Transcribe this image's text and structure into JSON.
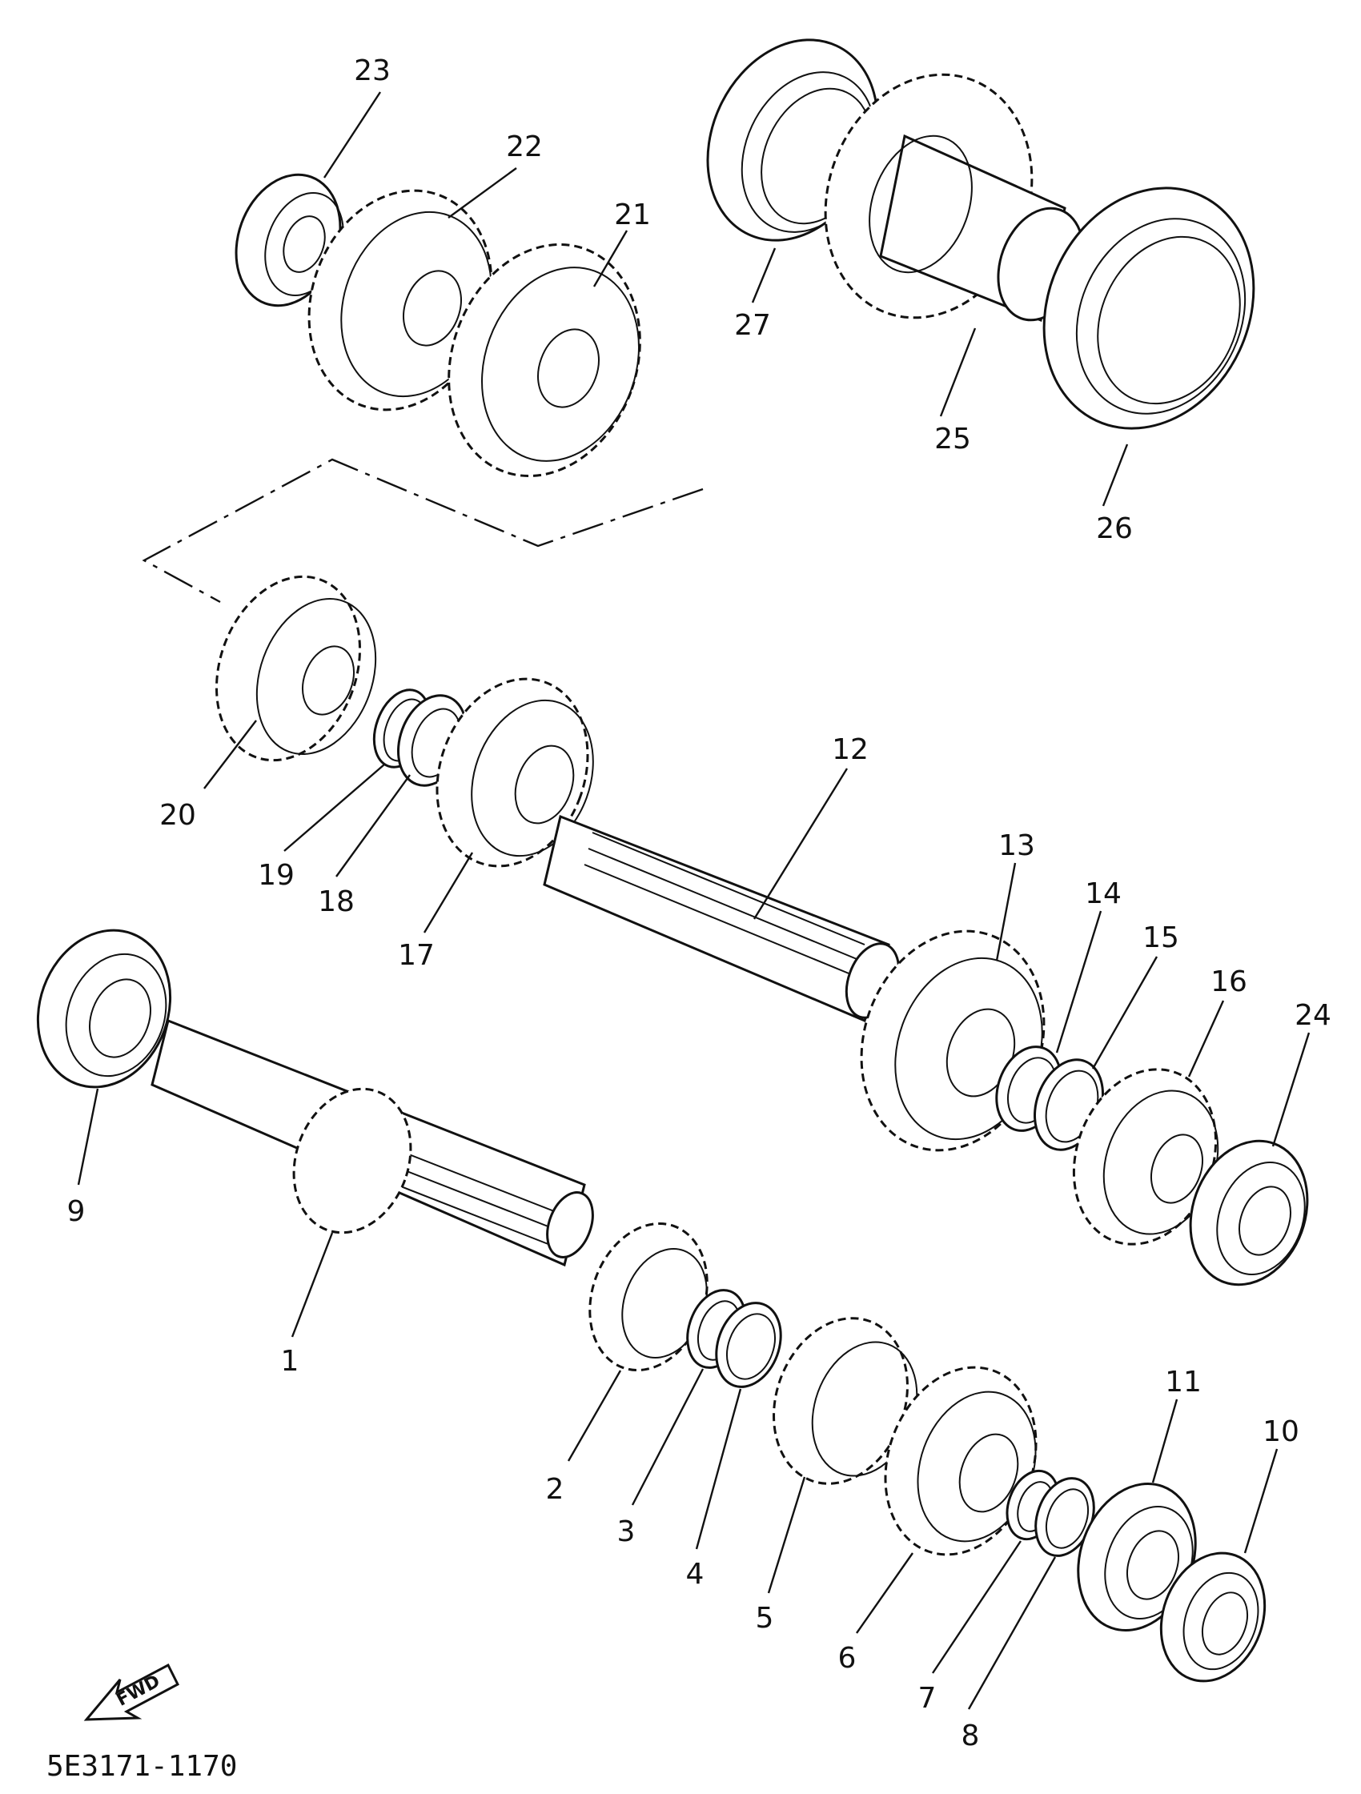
{
  "diagram": {
    "part_numbers": [
      "1",
      "2",
      "3",
      "4",
      "5",
      "6",
      "7",
      "8",
      "9",
      "10",
      "11",
      "12",
      "13",
      "14",
      "15",
      "16",
      "17",
      "18",
      "19",
      "20",
      "21",
      "22",
      "23",
      "24",
      "25",
      "26",
      "27"
    ],
    "direction_label": "FWD",
    "drawing_code": "5E3171-1170"
  }
}
